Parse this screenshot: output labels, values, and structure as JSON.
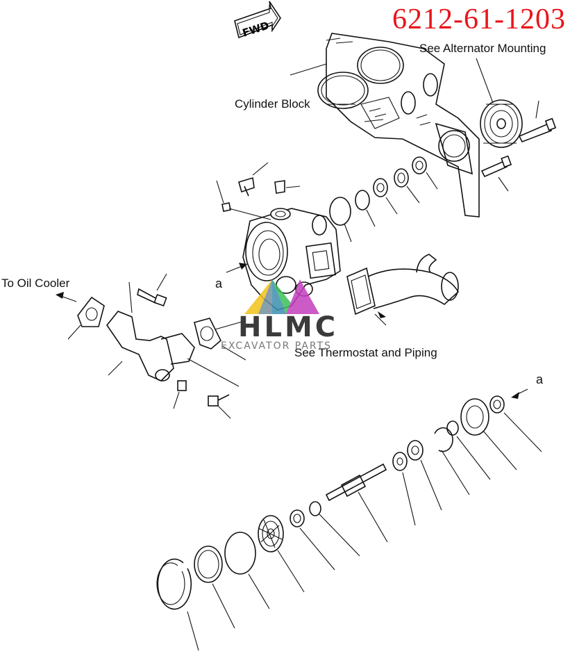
{
  "diagram": {
    "part_number": "6212-61-1203",
    "fwd_label": "FWD",
    "labels": {
      "alternator": "See Alternator Mounting",
      "cylinder_block": "Cylinder Block",
      "oil_cooler": "To Oil Cooler",
      "thermostat": "See Thermostat and Piping",
      "ref_a_housing": "a",
      "ref_a_shaft": "a"
    },
    "watermark": {
      "title": "HLMC",
      "subtitle": "EXCAVATOR PARTS"
    },
    "colors": {
      "part_number": "#e8141b",
      "line": "#111111",
      "logo_yellow": "#f2c31b",
      "logo_green": "#3dbf5a",
      "logo_blue": "#3a7bd5",
      "logo_magenta": "#c43fbf"
    }
  }
}
